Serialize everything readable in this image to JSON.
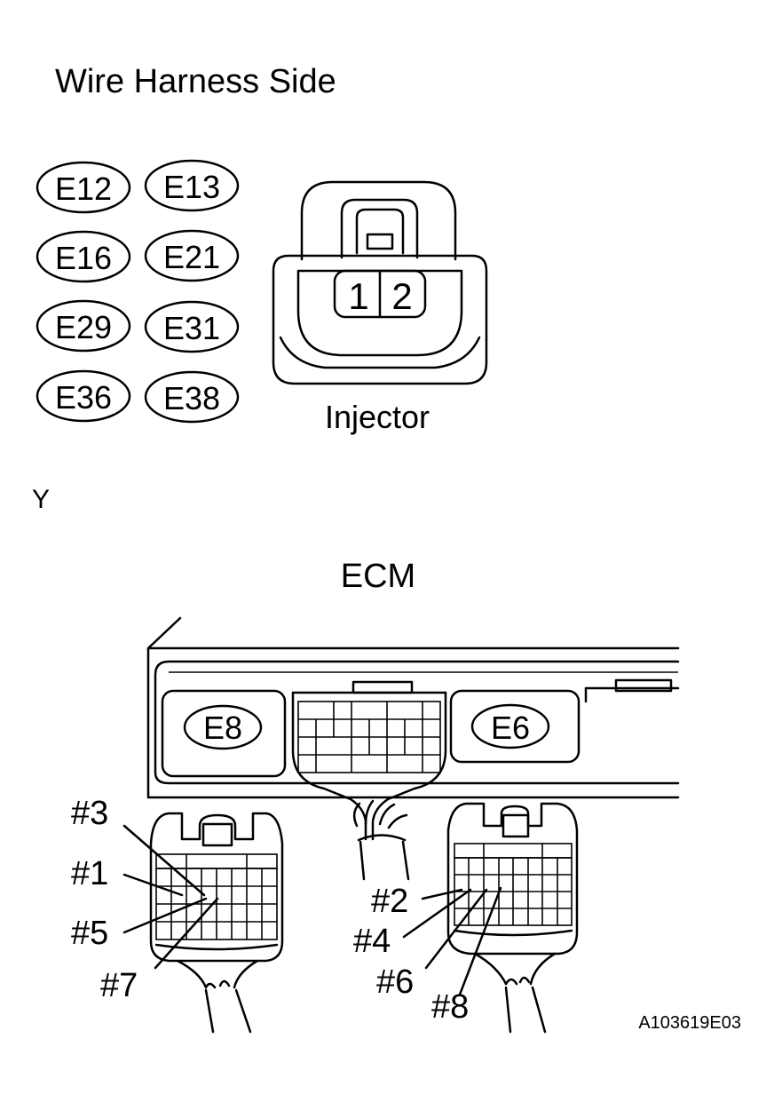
{
  "title": "Wire Harness Side",
  "connector_codes": [
    "E12",
    "E13",
    "E16",
    "E21",
    "E29",
    "E31",
    "E36",
    "E38"
  ],
  "injector": {
    "label": "Injector",
    "pins": [
      "1",
      "2"
    ]
  },
  "side_marker": "Y",
  "ecm": {
    "label": "ECM",
    "connectors": [
      "E8",
      "E6"
    ]
  },
  "pin_callouts": {
    "left": [
      "#3",
      "#1",
      "#5",
      "#7"
    ],
    "right": [
      "#2",
      "#4",
      "#6",
      "#8"
    ]
  },
  "figure_id": "A103619E03"
}
